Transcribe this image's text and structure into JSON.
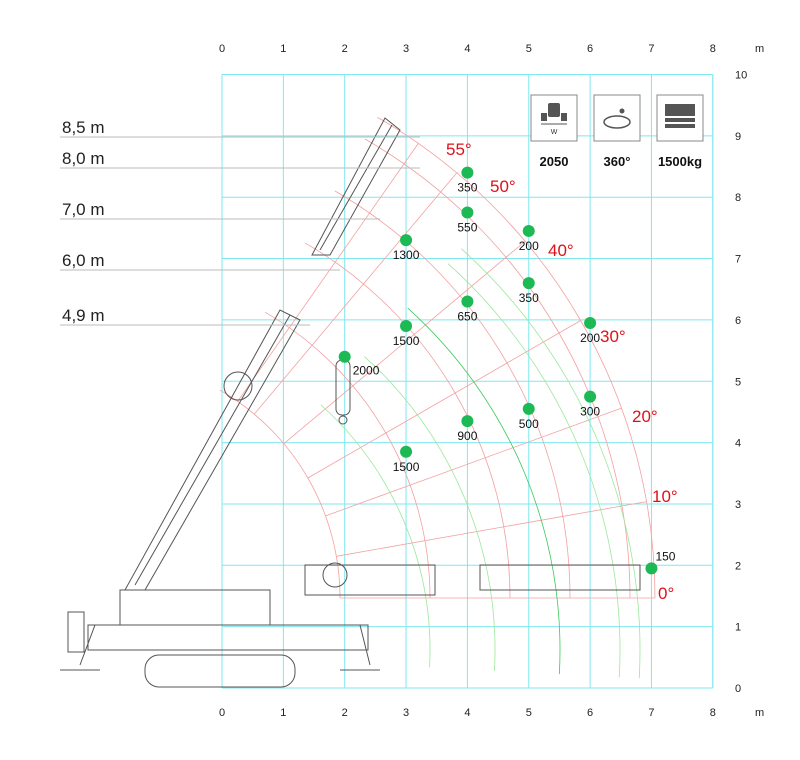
{
  "chart_data": {
    "type": "scatter",
    "x_unit": "m",
    "y_unit": "m",
    "xlim": [
      0,
      8
    ],
    "ylim": [
      0,
      10
    ],
    "x_ticks": [
      "0",
      "1",
      "2",
      "3",
      "4",
      "5",
      "6",
      "7",
      "8"
    ],
    "y_ticks": [
      "0",
      "1",
      "2",
      "3",
      "4",
      "5",
      "6",
      "7",
      "8",
      "9",
      "10"
    ],
    "grid": true,
    "grid_color": "#7fe8ef",
    "boom_lengths": [
      "8,5 m",
      "8,0 m",
      "7,0 m",
      "6,0 m",
      "4,9 m"
    ],
    "angles": [
      "55°",
      "50°",
      "40°",
      "30°",
      "20°",
      "10°",
      "0°"
    ],
    "angle_color": "#e0101a",
    "point_color": "#1db954",
    "points": [
      {
        "x": 4,
        "y": 8.4,
        "load": "350"
      },
      {
        "x": 4,
        "y": 7.75,
        "load": "550"
      },
      {
        "x": 5,
        "y": 7.45,
        "load": "200"
      },
      {
        "x": 3,
        "y": 7.3,
        "load": "1300"
      },
      {
        "x": 5,
        "y": 6.6,
        "load": "350"
      },
      {
        "x": 4,
        "y": 6.3,
        "load": "650"
      },
      {
        "x": 6,
        "y": 5.95,
        "load": "200"
      },
      {
        "x": 3,
        "y": 5.9,
        "load": "1500"
      },
      {
        "x": 2,
        "y": 5.4,
        "load": "2000"
      },
      {
        "x": 6,
        "y": 4.75,
        "load": "300"
      },
      {
        "x": 5,
        "y": 4.55,
        "load": "500"
      },
      {
        "x": 4,
        "y": 4.35,
        "load": "900"
      },
      {
        "x": 3,
        "y": 3.85,
        "load": "1500"
      },
      {
        "x": 7,
        "y": 1.95,
        "load": "150"
      }
    ]
  },
  "specs": [
    {
      "icon": "outrigger-width-icon",
      "value": "2050",
      "icon_text": "W"
    },
    {
      "icon": "rotation-360-icon",
      "value": "360°"
    },
    {
      "icon": "counterweight-icon",
      "value": "1500kg"
    }
  ]
}
